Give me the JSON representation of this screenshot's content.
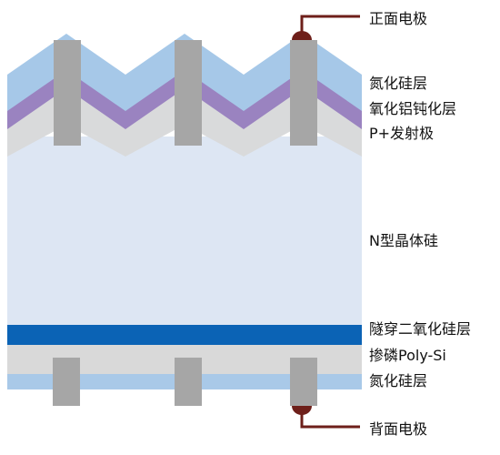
{
  "labels": {
    "front_electrode": "正面电极",
    "front_nitride": "氮化硅层",
    "alumina_passivation": "氧化铝钝化层",
    "p_emitter": "P+发射极",
    "n_silicon": "N型晶体硅",
    "tunnel_oxide": "隧穿二氧化硅层",
    "doped_poly": "掺磷Poly-Si",
    "rear_nitride": "氮化硅层",
    "rear_electrode": "背面电极"
  },
  "colors": {
    "nitride": "#a6c8e8",
    "alumina": "#9a83c0",
    "p_emitter": "#d9dadb",
    "n_silicon": "#dde6f3",
    "tunnel_oxide": "#0b63b5",
    "doped_poly": "#d9d9d9",
    "rear_nitride": "#a9c9e8",
    "electrode": "#a6a6a6",
    "leader_line": "#6e1f1a",
    "text": "#111111"
  }
}
